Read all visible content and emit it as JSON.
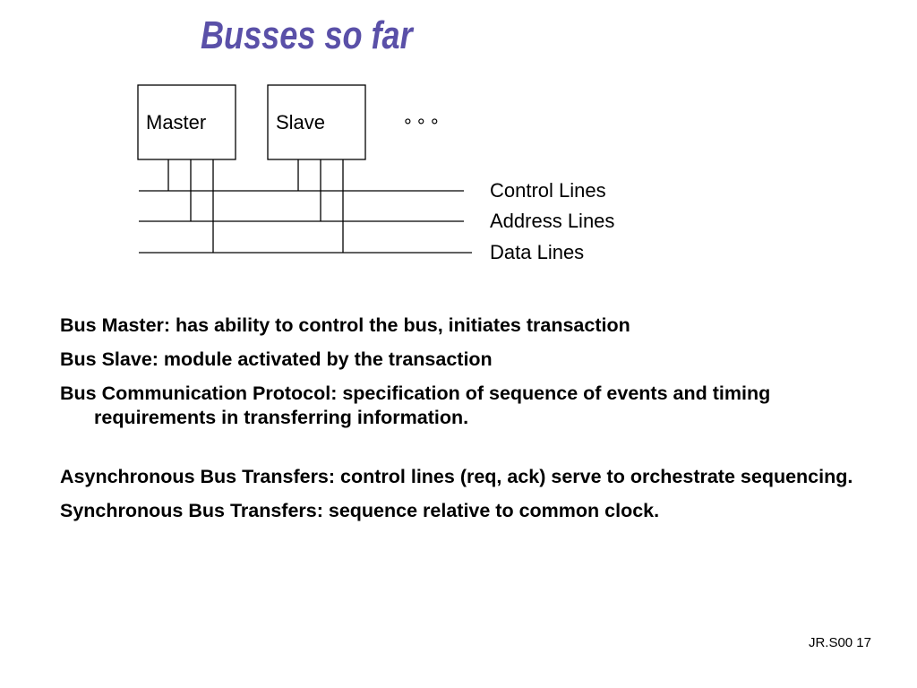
{
  "slide": {
    "title": "Busses so far",
    "slide_number": "JR.S00 17"
  },
  "diagram": {
    "boxes": [
      {
        "label": "Master"
      },
      {
        "label": "Slave"
      }
    ],
    "ellipsis": "° ° °",
    "lines": [
      {
        "label": "Control Lines"
      },
      {
        "label": "Address Lines"
      },
      {
        "label": "Data Lines"
      }
    ]
  },
  "definitions": [
    "Bus Master:  has ability to control the bus, initiates transaction",
    "Bus Slave:  module activated by the transaction",
    "Bus Communication Protocol:  specification of sequence of events and timing requirements in transferring information.",
    "Asynchronous Bus Transfers:  control lines (req, ack) serve to orchestrate sequencing.",
    "Synchronous Bus Transfers:  sequence relative to common clock."
  ],
  "colors": {
    "title": "#5a50a8",
    "text": "#000000",
    "lines": "#000000",
    "background": "#ffffff"
  }
}
